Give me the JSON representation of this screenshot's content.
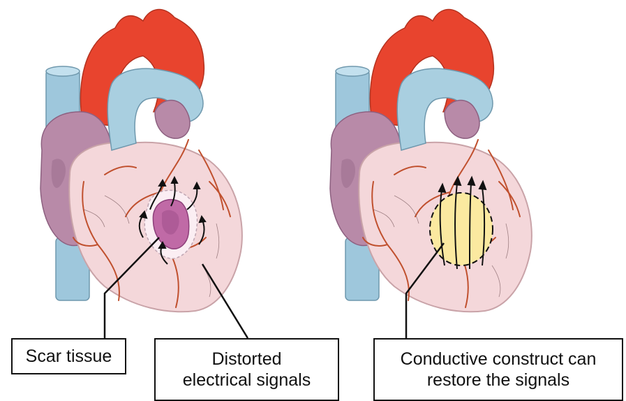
{
  "labels": {
    "scar": "Scar tissue",
    "distorted": "Distorted\nelectrical signals",
    "conductive": "Conductive construct can\nrestore the signals"
  },
  "colors": {
    "aorta": "#e8442e",
    "aorta_shade": "#c8321f",
    "vena_cava": "#9ec7dc",
    "pulmonary": "#a9cfe0",
    "atrium": "#b88aa8",
    "atrium_shade": "#9d6f8f",
    "ventricle": "#f4d7da",
    "ventricle_edge": "#c9a3a8",
    "vessel": "#c0502e",
    "scar": "#c06aa6",
    "scar_dark": "#8d3f7a",
    "construct": "#fbe9a0",
    "line": "#111111"
  }
}
